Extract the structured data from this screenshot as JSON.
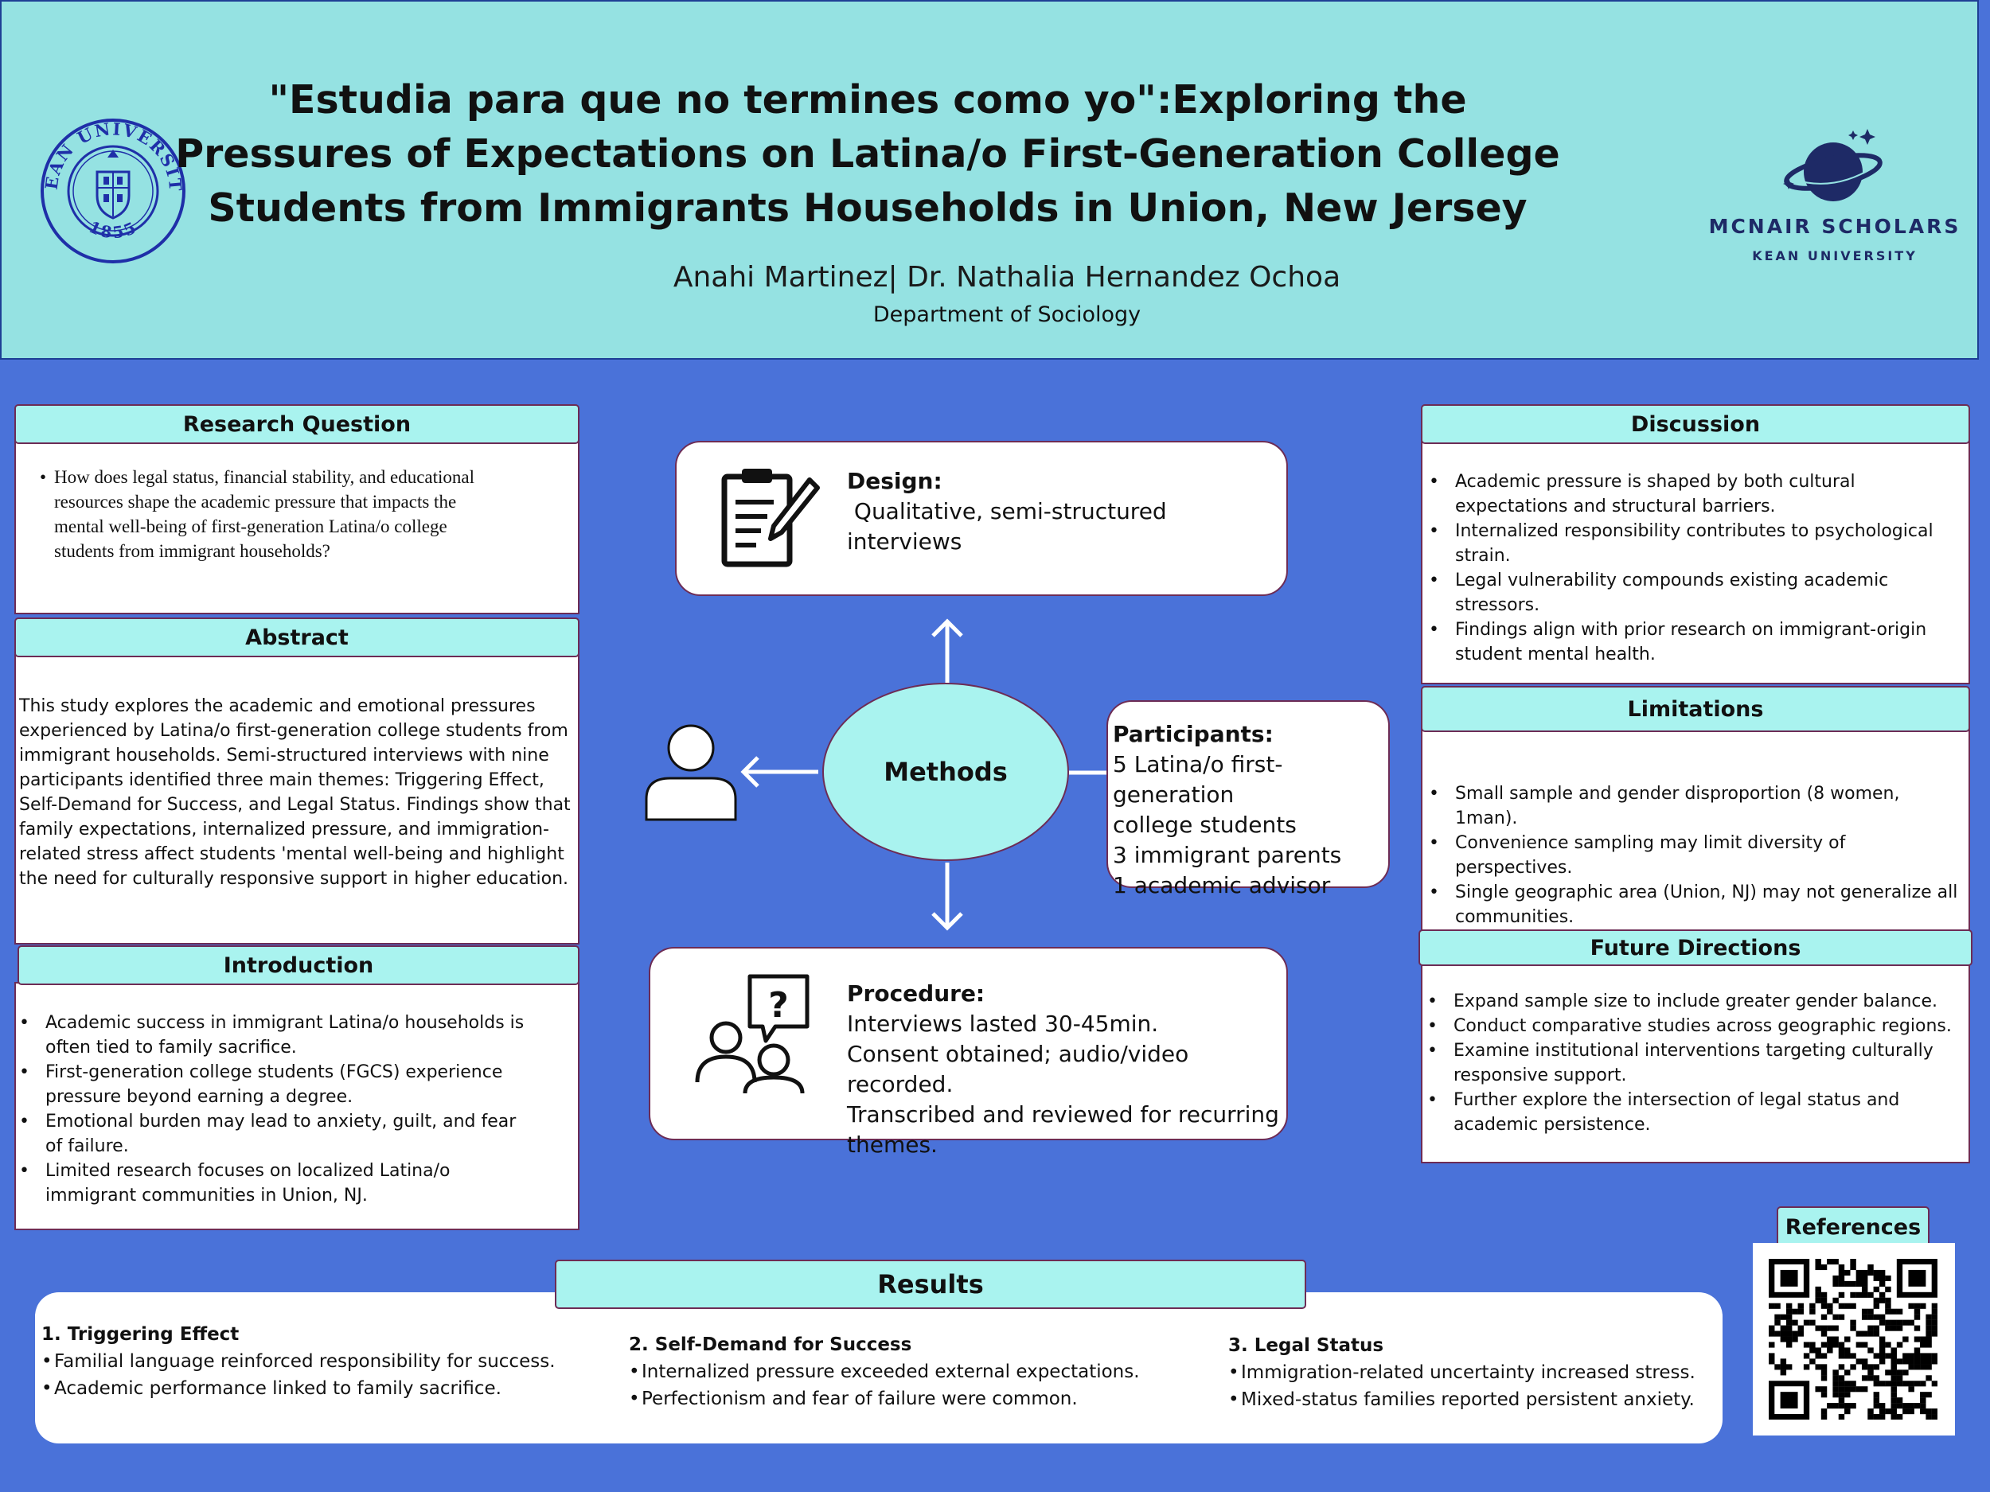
{
  "header": {
    "title": "\"Estudia para que no termines como yo\":Exploring the Pressures of Expectations on Latina/o First-Generation College Students from Immigrants Households in Union, New Jersey",
    "authors": "Anahi Martinez| Dr. Nathalia Hernandez Ochoa",
    "department": "Department of Sociology",
    "kean_seal_text": "KEAN UNIVERSITY",
    "kean_seal_year": "1855",
    "mcnair_name": "MCNAIR SCHOLARS",
    "mcnair_sub": "KEAN UNIVERSITY"
  },
  "research_question": {
    "heading": "Research Question",
    "items": [
      "How does legal status, financial stability, and educational resources shape the academic pressure that impacts the mental well-being of first-generation Latina/o college students from immigrant households?"
    ]
  },
  "abstract": {
    "heading": "Abstract",
    "text": "This study explores the academic and emotional pressures experienced by Latina/o first-generation college students from immigrant households. Semi-structured interviews with nine participants identified three main themes: Triggering Effect, Self-Demand for Success, and Legal Status. Findings show that family expectations, internalized pressure, and immigration-related stress affect students 'mental well-being and highlight the need for culturally responsive support in higher education."
  },
  "introduction": {
    "heading": "Introduction",
    "items": [
      "Academic success in immigrant Latina/o households is often tied to family sacrifice.",
      "First-generation college students (FGCS) experience pressure beyond earning a degree.",
      "Emotional burden may lead to anxiety, guilt, and fear of failure.",
      "Limited research focuses on localized Latina/o immigrant communities in Union, NJ."
    ]
  },
  "methods": {
    "center_label": "Methods",
    "design": {
      "label": "Design:",
      "lines": [
        " Qualitative, semi-structured",
        "interviews"
      ]
    },
    "participants": {
      "label": "Participants:",
      "lines": [
        "5 Latina/o first-generation",
        "college students",
        "3 immigrant parents",
        "1 academic advisor"
      ]
    },
    "procedure": {
      "label": "Procedure:",
      "lines": [
        "Interviews lasted 30-45min.",
        "Consent obtained; audio/video recorded.",
        "Transcribed and reviewed for recurring",
        "themes."
      ]
    }
  },
  "discussion": {
    "heading": "Discussion",
    "items": [
      "Academic pressure is shaped by both cultural expectations and structural barriers.",
      "Internalized responsibility contributes to psychological strain.",
      "Legal vulnerability compounds existing academic stressors.",
      "Findings align with prior research on immigrant-origin student mental health."
    ]
  },
  "limitations": {
    "heading": "Limitations",
    "items": [
      "Small sample and gender disproportion (8 women, 1man).",
      "Convenience sampling may limit diversity of perspectives.",
      "Single geographic area (Union, NJ) may not generalize all communities."
    ]
  },
  "future_directions": {
    "heading": "Future Directions",
    "items": [
      "Expand sample size to include greater gender balance.",
      "Conduct comparative studies across geographic regions.",
      "Examine institutional interventions targeting culturally responsive support.",
      "Further explore the intersection of legal status and academic persistence."
    ]
  },
  "results": {
    "heading": "Results",
    "columns": [
      {
        "title": "1. Triggering Effect",
        "items": [
          "Familial language reinforced responsibility for success.",
          "Academic performance linked to family sacrifice."
        ]
      },
      {
        "title": "2. Self-Demand for Success",
        "items": [
          "Internalized pressure exceeded external expectations.",
          "Perfectionism and fear of failure were common."
        ]
      },
      {
        "title": "3. Legal Status",
        "items": [
          "Immigration-related uncertainty increased stress.",
          "Mixed-status families reported persistent anxiety."
        ]
      }
    ]
  },
  "references": {
    "heading": "References"
  },
  "colors": {
    "background": "#4a72d9",
    "header": "#95e2e2",
    "tab": "#a9f3ef",
    "border": "#6d2c55",
    "logo_navy": "#1e2a66",
    "seal_blue": "#1f2fa8"
  }
}
